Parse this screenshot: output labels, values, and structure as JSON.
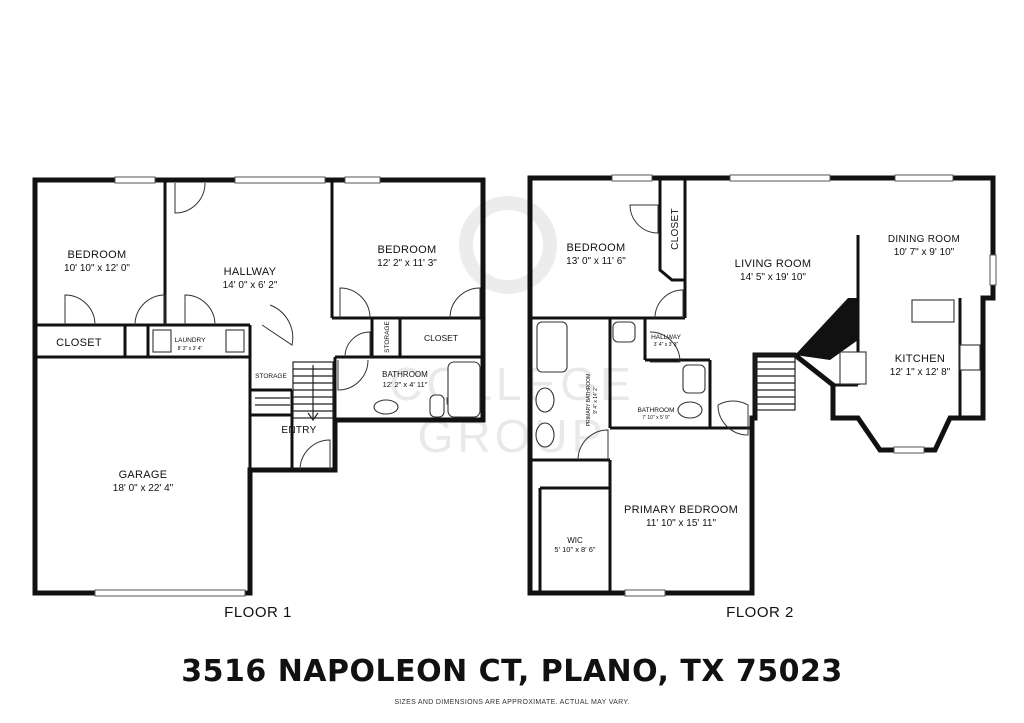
{
  "floor1": {
    "label": "FLOOR 1",
    "rooms": {
      "bedroom_left": {
        "name": "BEDROOM",
        "dim": "10' 10\" x 12' 0\""
      },
      "hallway": {
        "name": "HALLWAY",
        "dim": "14' 0\" x 6' 2\""
      },
      "bedroom_right": {
        "name": "BEDROOM",
        "dim": "12' 2\" x 11' 3\""
      },
      "closet_left": {
        "name": "CLOSET"
      },
      "laundry": {
        "name": "LAUNDRY",
        "dim": "8' 3\" x 3' 4\""
      },
      "storage_under": {
        "name": "STORAGE"
      },
      "storage_vertical": {
        "name": "STORAGE"
      },
      "closet_right": {
        "name": "CLOSET"
      },
      "bathroom": {
        "name": "BATHROOM",
        "dim": "12' 2\" x 4' 11\""
      },
      "entry": {
        "name": "ENTRY"
      },
      "garage": {
        "name": "GARAGE",
        "dim": "18' 0\" x 22' 4\""
      }
    }
  },
  "floor2": {
    "label": "FLOOR 2",
    "rooms": {
      "bedroom": {
        "name": "BEDROOM",
        "dim": "13' 0\" x 11' 6\""
      },
      "closet": {
        "name": "CLOSET"
      },
      "living_room": {
        "name": "LIVING ROOM",
        "dim": "14' 5\" x 19' 10\""
      },
      "dining_room": {
        "name": "DINING ROOM",
        "dim": "10' 7\" x 9' 10\""
      },
      "kitchen": {
        "name": "KITCHEN",
        "dim": "12' 1\" x 12' 8\""
      },
      "hallway": {
        "name": "HALLWAY",
        "dim": "3' 4\" x 3' 3\""
      },
      "primary_bathroom": {
        "name": "PRIMARY BATHROOM",
        "dim": "9' 4\" x 14' 2\""
      },
      "bathroom": {
        "name": "BATHROOM",
        "dim": "7' 10\" x 5' 9\""
      },
      "primary_bedroom": {
        "name": "PRIMARY BEDROOM",
        "dim": "11' 10\" x 15' 11\""
      },
      "wic": {
        "name": "WIC",
        "dim": "5' 10\" x 8' 6\""
      }
    }
  },
  "watermark": {
    "line1": "COLLEGE",
    "line2": "GROUP"
  },
  "footer": {
    "address": "3516 NAPOLEON CT, PLANO, TX 75023",
    "disclaimer": "SIZES AND DIMENSIONS ARE APPROXIMATE. ACTUAL MAY VARY."
  }
}
